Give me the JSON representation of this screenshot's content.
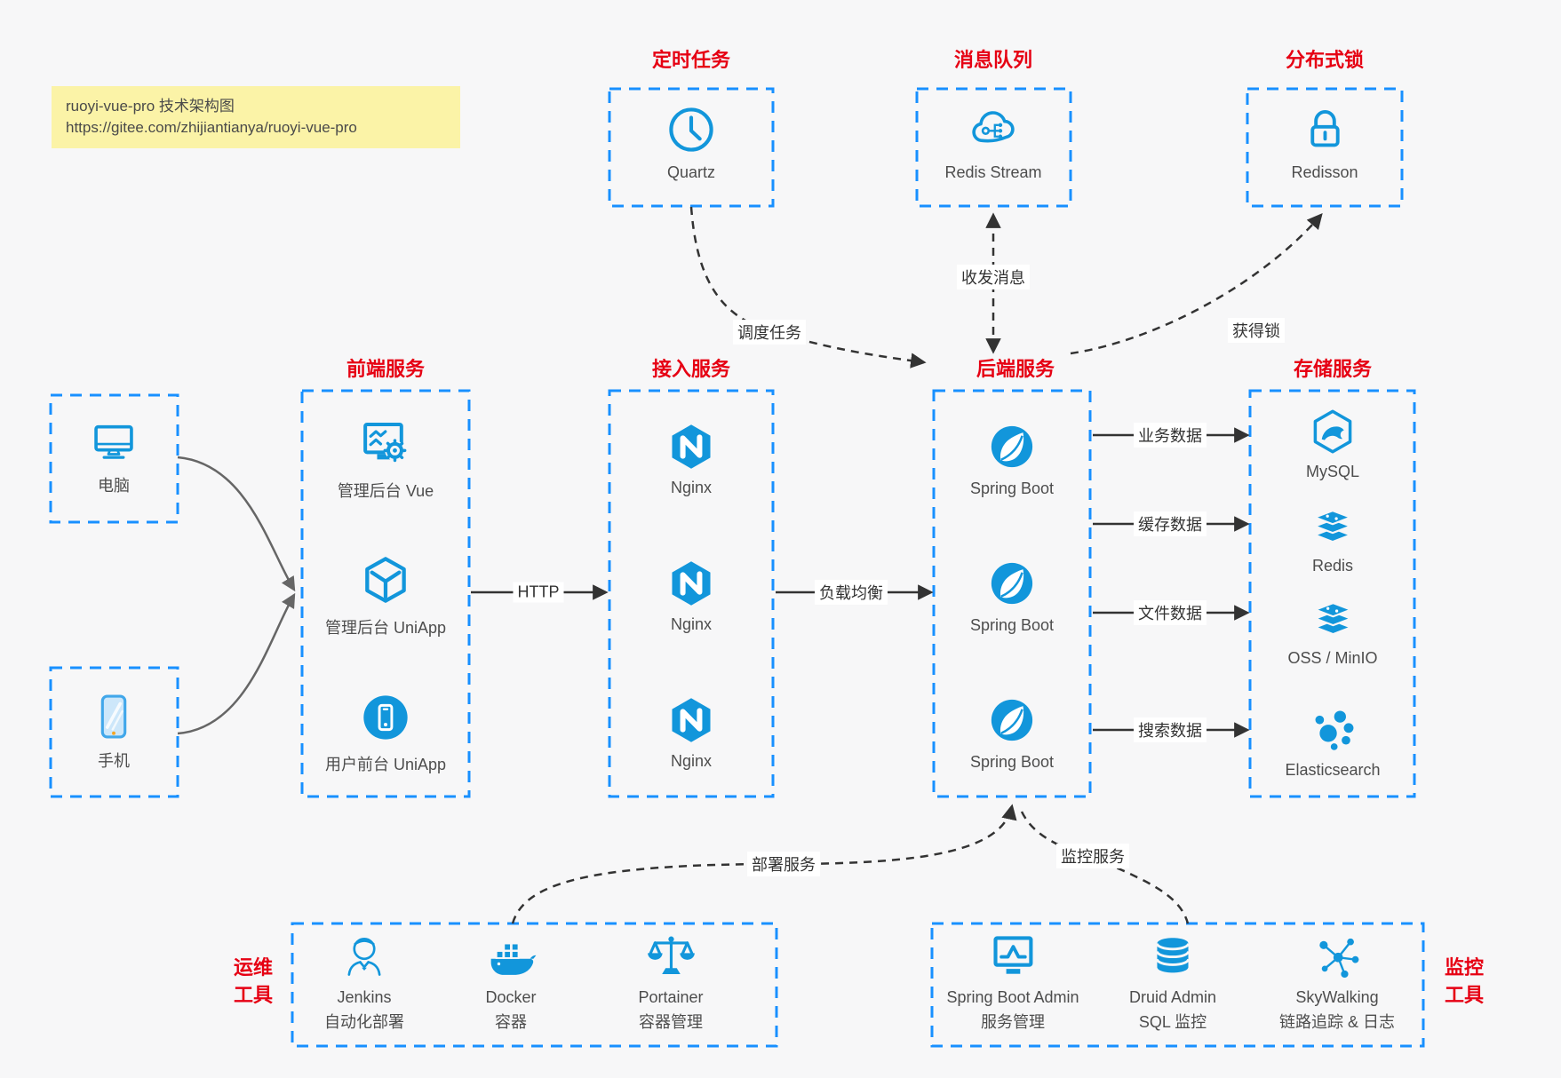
{
  "note": {
    "line1": "ruoyi-vue-pro 技术架构图",
    "line2": "https://gitee.com/zhijiantianya/ruoyi-vue-pro"
  },
  "colors": {
    "icon_blue": "#1296db",
    "border_blue": "#1890ff",
    "title_red": "#e60013",
    "arrow_dark": "#333333",
    "arrow_gray": "#666666",
    "note_bg": "#fbf3a7",
    "canvas_bg": "#f7f7f8",
    "label_gray": "#4d4d4d"
  },
  "top_groups": [
    {
      "title": "定时任务",
      "icon": "clock-icon",
      "label": "Quartz"
    },
    {
      "title": "消息队列",
      "icon": "cloud-stream-icon",
      "label": "Redis Stream"
    },
    {
      "title": "分布式锁",
      "icon": "lock-icon",
      "label": "Redisson"
    }
  ],
  "clients": [
    {
      "icon": "desktop-icon",
      "label": "电脑"
    },
    {
      "icon": "phone-icon",
      "label": "手机"
    }
  ],
  "columns": [
    {
      "title": "前端服务",
      "items": [
        {
          "icon": "admin-vue-icon",
          "label": "管理后台 Vue"
        },
        {
          "icon": "uniapp-cube-icon",
          "label": "管理后台 UniApp"
        },
        {
          "icon": "user-app-icon",
          "label": "用户前台 UniApp"
        }
      ]
    },
    {
      "title": "接入服务",
      "items": [
        {
          "icon": "nginx-icon",
          "label": "Nginx"
        },
        {
          "icon": "nginx-icon",
          "label": "Nginx"
        },
        {
          "icon": "nginx-icon",
          "label": "Nginx"
        }
      ]
    },
    {
      "title": "后端服务",
      "items": [
        {
          "icon": "spring-boot-icon",
          "label": "Spring Boot"
        },
        {
          "icon": "spring-boot-icon",
          "label": "Spring Boot"
        },
        {
          "icon": "spring-boot-icon",
          "label": "Spring Boot"
        }
      ]
    },
    {
      "title": "存储服务",
      "items": [
        {
          "icon": "mysql-icon",
          "label": "MySQL"
        },
        {
          "icon": "redis-icon",
          "label": "Redis"
        },
        {
          "icon": "oss-icon",
          "label": "OSS / MinIO"
        },
        {
          "icon": "elasticsearch-icon",
          "label": "Elasticsearch"
        }
      ]
    }
  ],
  "bottom_groups": [
    {
      "title_line1": "运维",
      "title_line2": "工具",
      "items": [
        {
          "icon": "jenkins-icon",
          "label": "Jenkins",
          "sublabel": "自动化部署"
        },
        {
          "icon": "docker-icon",
          "label": "Docker",
          "sublabel": "容器"
        },
        {
          "icon": "portainer-icon",
          "label": "Portainer",
          "sublabel": "容器管理"
        }
      ]
    },
    {
      "title_line1": "监控",
      "title_line2": "工具",
      "items": [
        {
          "icon": "spring-boot-admin-icon",
          "label": "Spring Boot Admin",
          "sublabel": "服务管理"
        },
        {
          "icon": "druid-icon",
          "label": "Druid Admin",
          "sublabel": "SQL 监控"
        },
        {
          "icon": "skywalking-icon",
          "label": "SkyWalking",
          "sublabel": "链路追踪 & 日志"
        }
      ]
    }
  ],
  "edges": {
    "http": "HTTP",
    "load_balance": "负载均衡",
    "schedule": "调度任务",
    "messaging": "收发消息",
    "acquire_lock": "获得锁",
    "business_data": "业务数据",
    "cache_data": "缓存数据",
    "file_data": "文件数据",
    "search_data": "搜索数据",
    "deploy": "部署服务",
    "monitor": "监控服务"
  }
}
